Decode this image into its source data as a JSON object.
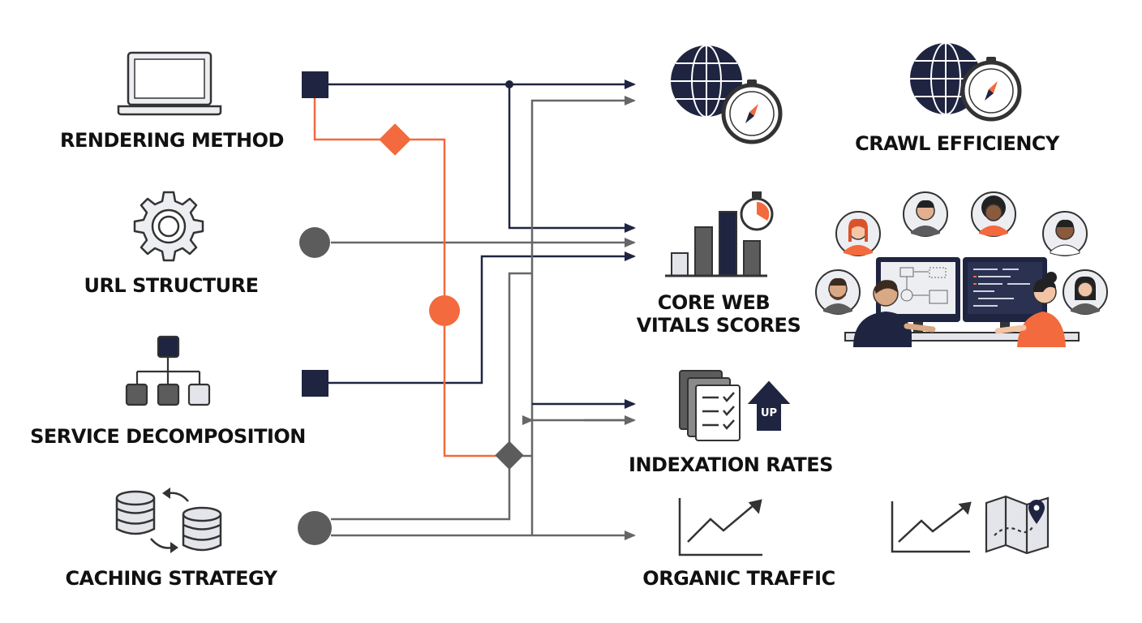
{
  "inputs": {
    "rendering_method": "RENDERING METHOD",
    "url_structure": "URL STRUCTURE",
    "service_decomposition": "SERVICE DECOMPOSITION",
    "caching_strategy": "CACHING STRATEGY"
  },
  "outputs": {
    "crawl_efficiency": "CRAWL EFFICIENCY",
    "core_web_vitals_line1": "CORE WEB",
    "core_web_vitals_line2": "VITALS SCORES",
    "indexation_rates": "INDEXATION RATES",
    "organic_traffic": "ORGANIC TRAFFIC"
  },
  "badges": {
    "up": "UP"
  },
  "colors": {
    "navy": "#1f2440",
    "gray": "#666666",
    "orange": "#f26a3d",
    "light_gray": "#e3e5ea"
  },
  "icons": [
    "laptop-icon",
    "gear-icon",
    "hierarchy-icon",
    "database-sync-icon",
    "globe-compass-icon",
    "bar-chart-stopwatch-icon",
    "document-checklist-up-icon",
    "trend-line-chart-icon",
    "team-collaboration-illustration",
    "map-pin-icon"
  ]
}
